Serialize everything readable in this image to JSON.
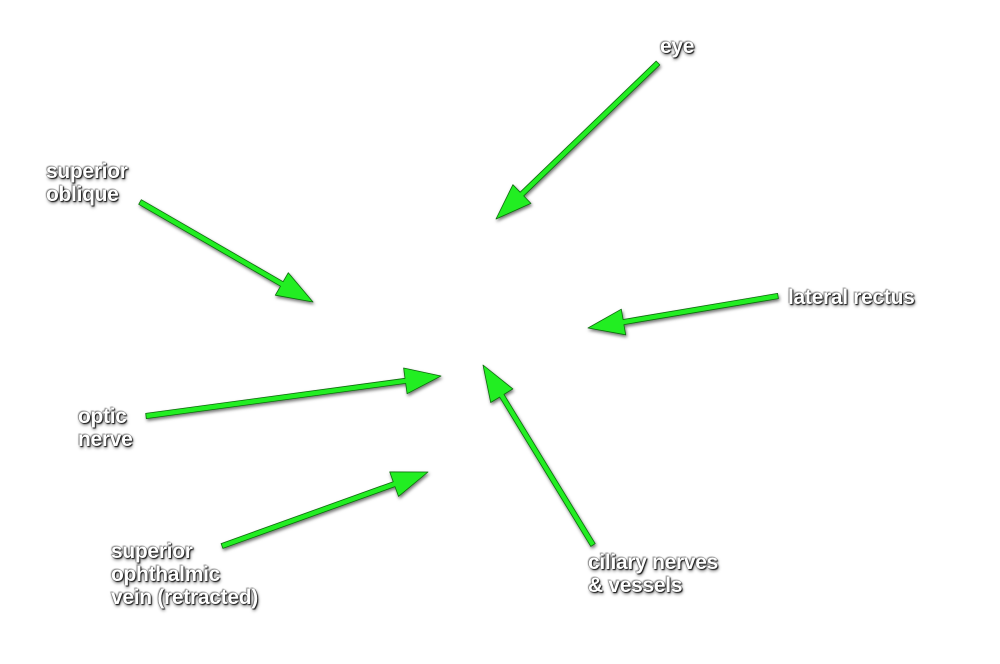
{
  "arrow_color": "#22ee22",
  "arrow_outline": "#0b6b0b",
  "labels": {
    "eye": {
      "lines": [
        "eye"
      ]
    },
    "superior_oblique": {
      "lines": [
        "superior",
        "oblique"
      ]
    },
    "lateral_rectus": {
      "lines": [
        "lateral rectus"
      ]
    },
    "optic_nerve": {
      "lines": [
        "optic",
        "nerve"
      ]
    },
    "superior_ophthalmic_vein": {
      "lines": [
        "superior",
        "ophthalmic",
        "vein (retracted)"
      ]
    },
    "ciliary_nerves_vessels": {
      "lines": [
        "ciliary nerves",
        "& vessels"
      ]
    }
  }
}
